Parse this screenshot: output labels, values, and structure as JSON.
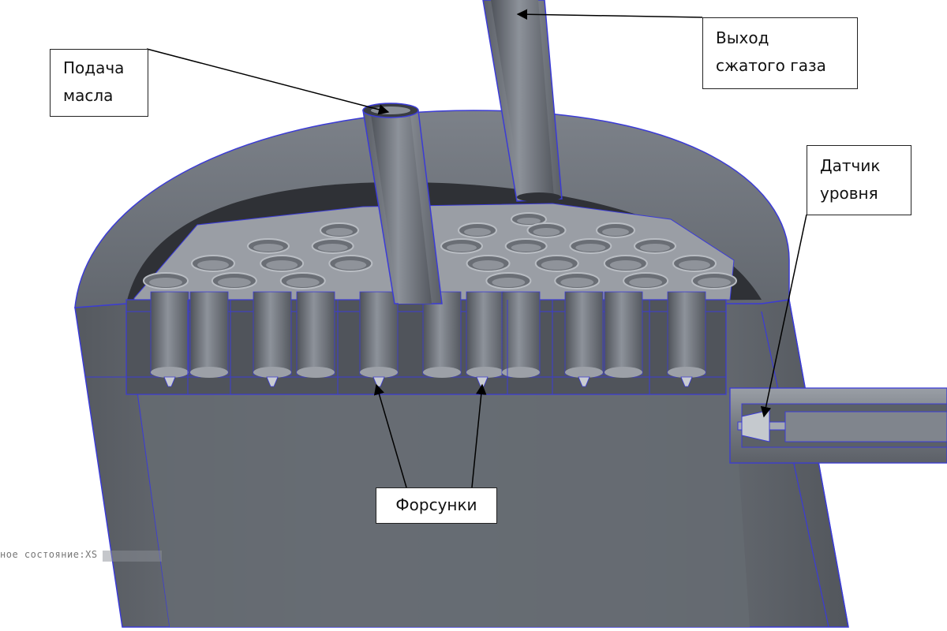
{
  "labels": {
    "oil_feed": [
      "Подача",
      "масла"
    ],
    "gas_outlet": [
      "Выход",
      "сжатого газа"
    ],
    "level_sensor": [
      "Датчик",
      "уровня"
    ],
    "nozzles": "Форсунки"
  },
  "cad_status_text": "ное состояние:XS",
  "colors": {
    "body": "#6b7078",
    "body_light": "#8a8f97",
    "body_dark": "#4e535a",
    "edge": "#3b3bd6",
    "cavity": "#2f3136",
    "annotation": "#000000"
  }
}
